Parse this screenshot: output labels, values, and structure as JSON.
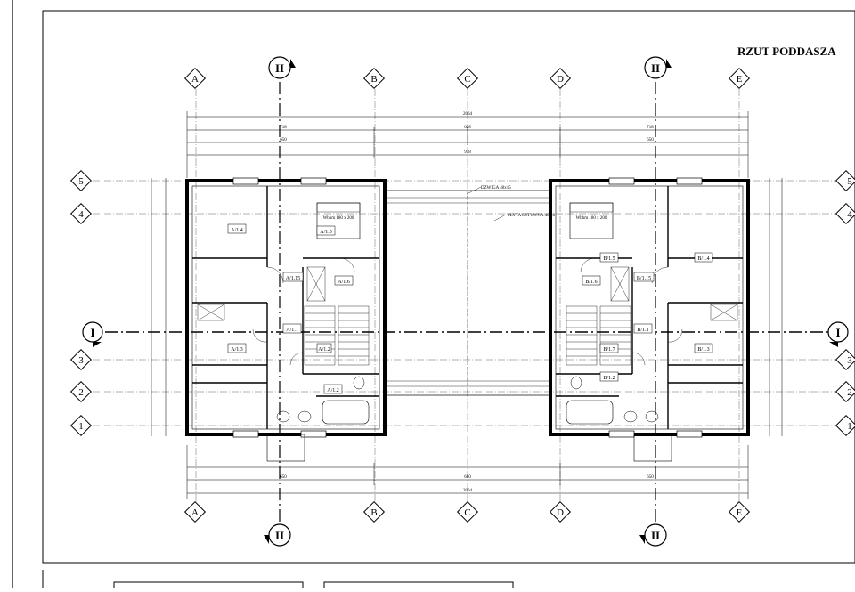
{
  "sheet": {
    "title": "RZUT PODDASZA",
    "axes_top": [
      "A",
      "B",
      "C",
      "D",
      "E"
    ],
    "axes_side": [
      "5",
      "4",
      "3",
      "2",
      "1"
    ],
    "section_vertical": "II",
    "section_horizontal": "I",
    "dims_total": "2064",
    "dims_half_left": "718",
    "dims_half_right": "718",
    "dims_mid": "628",
    "dims_mid2": "978",
    "dims_wing": "650",
    "dims_bottom_mid": "680",
    "dims_bottom_total": "2064",
    "note_top": "DZWIGA 40x15",
    "note_top2": "PLYTA SZTYWNA 40/40",
    "bed_label": "Wbhm 180 x 200",
    "left_unit_rooms": [
      "A/1.4",
      "A/1.5",
      "A/1.6",
      "A/1.15",
      "A/1.1",
      "A/1.3",
      "A/1.2",
      "A/1.2"
    ],
    "right_unit_rooms": [
      "B/1.5",
      "B/1.4",
      "B/1.6",
      "B/1.15",
      "B/1.1",
      "B/1.3",
      "B/1.7",
      "B/1.2"
    ]
  }
}
